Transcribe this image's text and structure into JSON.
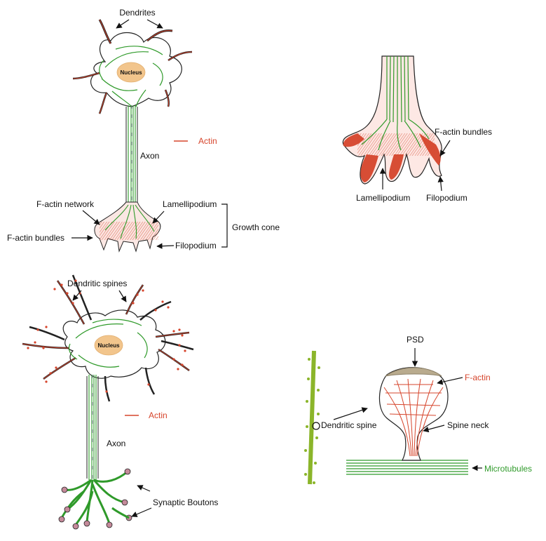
{
  "panel_a": {
    "dendrites": "Dendrites",
    "nucleus": "Nucleus",
    "actin": "Actin",
    "axon": "Axon",
    "f_actin_network": "F-actin network",
    "f_actin_bundles": "F-actin bundles",
    "lamellipodium": "Lamellipodium",
    "filopodium": "Filopodium",
    "growth_cone": "Growth cone"
  },
  "panel_b": {
    "f_actin_bundles": "F-actin bundles",
    "lamellipodium": "Lamellipodium",
    "filopodium": "Filopodium"
  },
  "panel_c": {
    "dendritic_spines": "Dendritic spines",
    "nucleus": "Nucleus",
    "actin": "Actin",
    "axon": "Axon",
    "synaptic_boutons": "Synaptic Boutons"
  },
  "panel_d": {
    "psd": "PSD",
    "f_actin": "F-actin",
    "dendritic_spine": "Dendritic spine",
    "spine_neck": "Spine neck",
    "microtubules": "Microtubules"
  },
  "colors": {
    "actin": "#d6452c",
    "microtubule": "#2f9a2a",
    "nucleus": "#f2c58c",
    "psd": "#b9ab8e"
  }
}
